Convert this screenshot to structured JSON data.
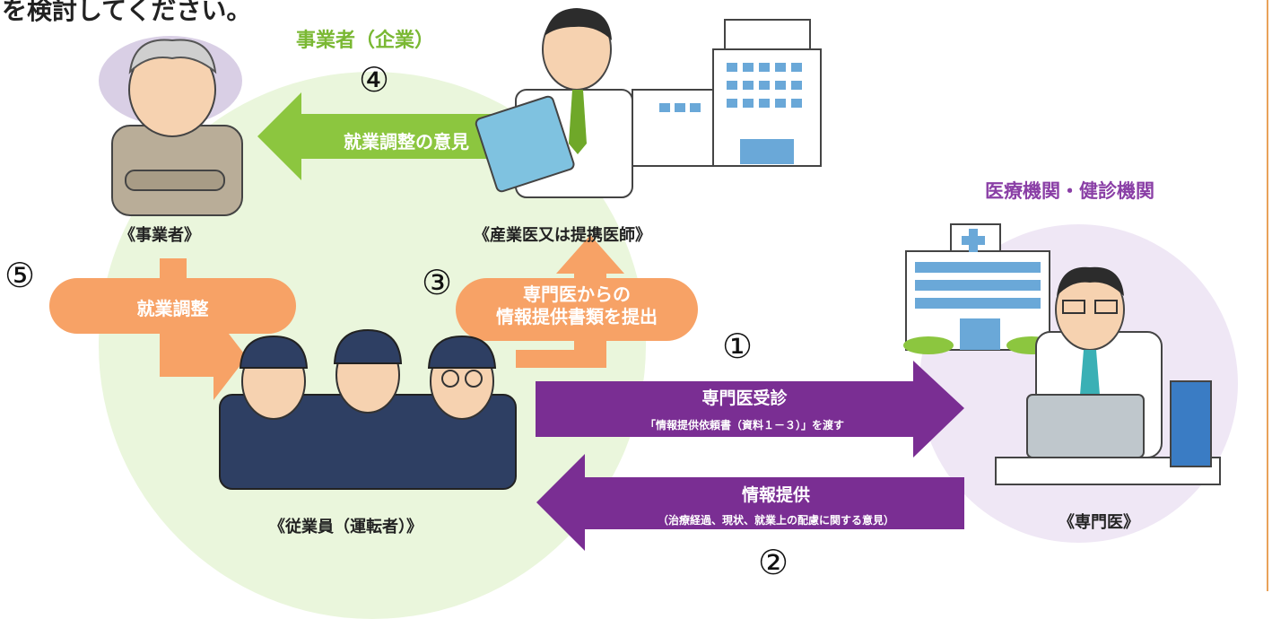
{
  "header": {
    "top_text": "を検討してください。"
  },
  "groups": {
    "company": "事業者（企業）",
    "medical": "医療機関・健診機関"
  },
  "people": {
    "employer": "《事業者》",
    "industrial_doctor": "《産業医又は提携医師》",
    "employees": "《従業員（運転者）》",
    "specialist": "《専門医》"
  },
  "steps": {
    "n1": "①",
    "n2": "②",
    "n3": "③",
    "n4": "④",
    "n5": "⑤"
  },
  "arrows": {
    "opinion": "就業調整の意見",
    "adjust": "就業調整",
    "submit_line1": "専門医からの",
    "submit_line2": "情報提供書類を提出",
    "consult_title": "専門医受診",
    "consult_sub": "「情報提供依頼書（資料１－３）」を渡す",
    "provide_title": "情報提供",
    "provide_sub": "（治療経過、現状、就業上の配慮に関する意見）"
  },
  "colors": {
    "green_arrow": "#8cc63f",
    "orange_arrow": "#f7a266",
    "purple_arrow": "#7a2e93",
    "green_text": "#7ab833",
    "purple_text": "#8a3fa6"
  }
}
